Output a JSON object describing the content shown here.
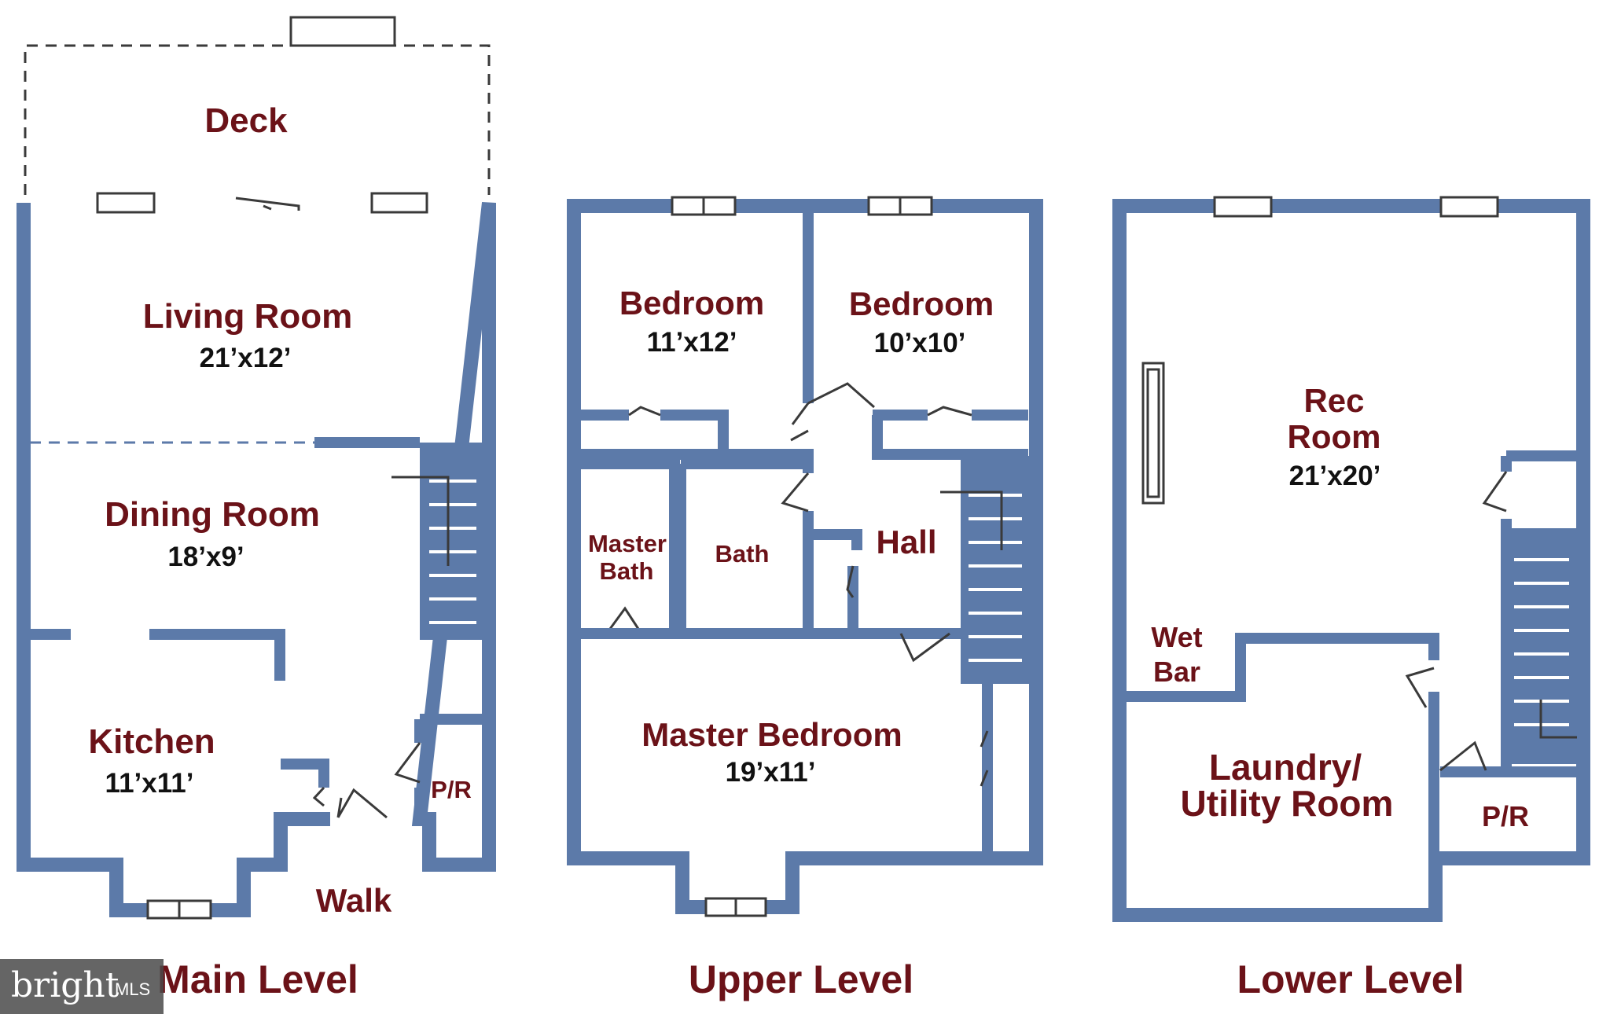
{
  "main_level": {
    "title": "Main Level",
    "deck": "Deck",
    "living_room": {
      "name": "Living Room",
      "size": "21’x12’"
    },
    "dining_room": {
      "name": "Dining Room",
      "size": "18’x9’"
    },
    "kitchen": {
      "name": "Kitchen",
      "size": "11’x11’"
    },
    "powder_room": "P/R",
    "walk": "Walk"
  },
  "upper_level": {
    "title": "Upper Level",
    "bedroom_1": {
      "name": "Bedroom",
      "size": "11’x12’"
    },
    "bedroom_2": {
      "name": "Bedroom",
      "size": "10’x10’"
    },
    "master_bath_line1": "Master",
    "master_bath_line2": "Bath",
    "bath": "Bath",
    "hall": "Hall",
    "master_bedroom": {
      "name": "Master Bedroom",
      "size": "19’x11’"
    }
  },
  "lower_level": {
    "title": "Lower Level",
    "rec_room_line1": "Rec",
    "rec_room_line2": "Room",
    "rec_room_size": "21’x20’",
    "wet_bar_line1": "Wet",
    "wet_bar_line2": "Bar",
    "laundry_line1": "Laundry/",
    "laundry_line2": "Utility Room",
    "powder_room": "P/R"
  },
  "watermark": {
    "brand": "bright",
    "suffix": "MLS"
  },
  "colors": {
    "wall": "#5c7aa9",
    "room_label": "#6b1218",
    "dimension_label": "#111111"
  }
}
